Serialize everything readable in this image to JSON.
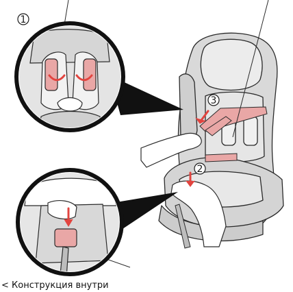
{
  "figure": {
    "steps": [
      {
        "id": "1",
        "label": "①"
      },
      {
        "id": "2",
        "label": "②"
      },
      {
        "id": "3",
        "label": "③"
      }
    ],
    "caption": "< Конструкция внутри"
  },
  "colors": {
    "outline": "#2a2a2a",
    "seat_fill": "#d9d9d9",
    "seat_light": "#ececec",
    "harness_pink": "#e9a7a6",
    "arrow_red": "#e2443f",
    "callout_black": "#111111"
  }
}
